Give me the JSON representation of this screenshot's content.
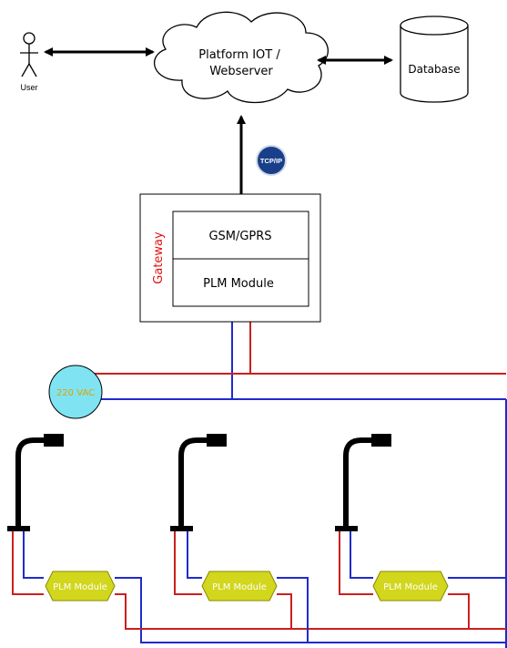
{
  "labels": {
    "user": "User",
    "platform_line1": "Platform IOT /",
    "platform_line2": "Webserver",
    "database": "Database",
    "tcpip": "TCP/IP",
    "gateway": "Gateway",
    "gsm_gprs": "GSM/GPRS",
    "plm_module_gateway": "PLM Module",
    "vac": "220 VAC"
  },
  "poles": [
    {
      "module_label": "PLM Module"
    },
    {
      "module_label": "PLM Module"
    },
    {
      "module_label": "PLM Module"
    }
  ],
  "colors": {
    "line_red": "#cc1f1f",
    "line_blue": "#1f2bcc",
    "gateway_label": "#e01010",
    "vac_fill": "#7fe3f2",
    "vac_text": "#e0a000",
    "module_fill": "#d2d61c",
    "tcpip_badge": "#1a3f8a"
  }
}
